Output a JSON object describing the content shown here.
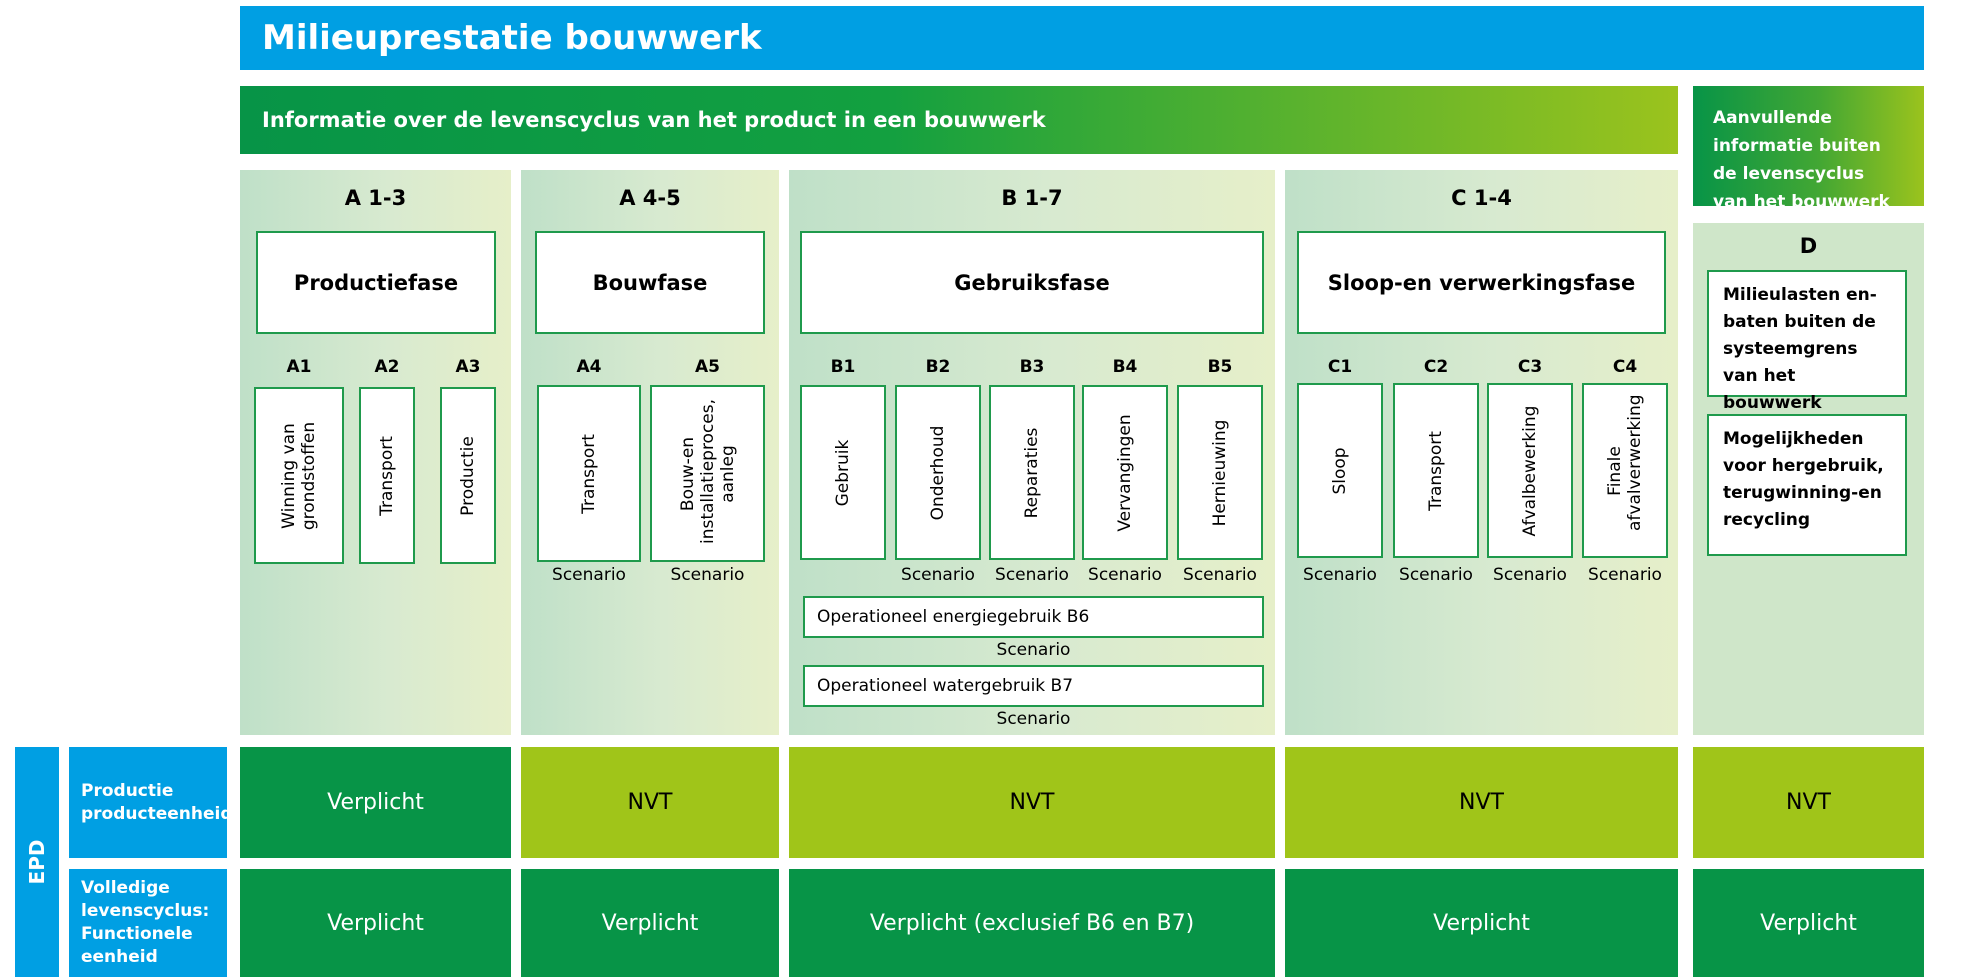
{
  "title": "Milieuprestatie bouwwerk",
  "lifecycle_header": "Informatie over de levenscyclus van het product in een bouwwerk",
  "extra_header": "Aanvullende informatie buiten de levenscyclus van het bouwwerk",
  "phases": [
    {
      "code": "A 1-3",
      "name": "Productiefase",
      "modules": [
        {
          "code": "A1",
          "label": "Winning van grondstoffen",
          "scenario": ""
        },
        {
          "code": "A2",
          "label": "Transport",
          "scenario": ""
        },
        {
          "code": "A3",
          "label": "Productie",
          "scenario": ""
        }
      ]
    },
    {
      "code": "A 4-5",
      "name": "Bouwfase",
      "modules": [
        {
          "code": "A4",
          "label": "Transport",
          "scenario": "Scenario"
        },
        {
          "code": "A5",
          "label": "Bouw-en installatieproces, aanleg",
          "scenario": "Scenario"
        }
      ]
    },
    {
      "code": "B 1-7",
      "name": "Gebruiksfase",
      "modules": [
        {
          "code": "B1",
          "label": "Gebruik",
          "scenario": ""
        },
        {
          "code": "B2",
          "label": "Onderhoud",
          "scenario": "Scenario"
        },
        {
          "code": "B3",
          "label": "Reparaties",
          "scenario": "Scenario"
        },
        {
          "code": "B4",
          "label": "Vervangingen",
          "scenario": "Scenario"
        },
        {
          "code": "B5",
          "label": "Hernieuwing",
          "scenario": "Scenario"
        }
      ],
      "operational": [
        {
          "label": "Operationeel energiegebruik B6",
          "scenario": "Scenario"
        },
        {
          "label": "Operationeel watergebruik B7",
          "scenario": "Scenario"
        }
      ]
    },
    {
      "code": "C 1-4",
      "name": "Sloop-en verwerkingsfase",
      "modules": [
        {
          "code": "C1",
          "label": "Sloop",
          "scenario": "Scenario"
        },
        {
          "code": "C2",
          "label": "Transport",
          "scenario": "Scenario"
        },
        {
          "code": "C3",
          "label": "Afvalbewerking",
          "scenario": "Scenario"
        },
        {
          "code": "C4",
          "label": "Finale afvalverwerking",
          "scenario": "Scenario"
        }
      ]
    }
  ],
  "phase_d": {
    "code": "D",
    "box1": "Milieulasten en-baten buiten de systeemgrens van het bouwwerk",
    "box2": "Mogelijkheden voor hergebruik, terugwinning-en recycling"
  },
  "epd": {
    "label": "EPD",
    "rows": [
      {
        "label": "Productie producteenheid",
        "cells": [
          "Verplicht",
          "NVT",
          "NVT",
          "NVT",
          "NVT"
        ]
      },
      {
        "label": "Volledige levenscyclus: Functionele eenheid",
        "cells": [
          "Verplicht",
          "Verplicht",
          "Verplicht (exclusief B6 en B7)",
          "Verplicht",
          "Verplicht"
        ]
      }
    ]
  },
  "colors": {
    "blue": "#009fe3",
    "dark_green": "#079447",
    "lime": "#a0c519",
    "border_green": "#1f9a4c"
  }
}
